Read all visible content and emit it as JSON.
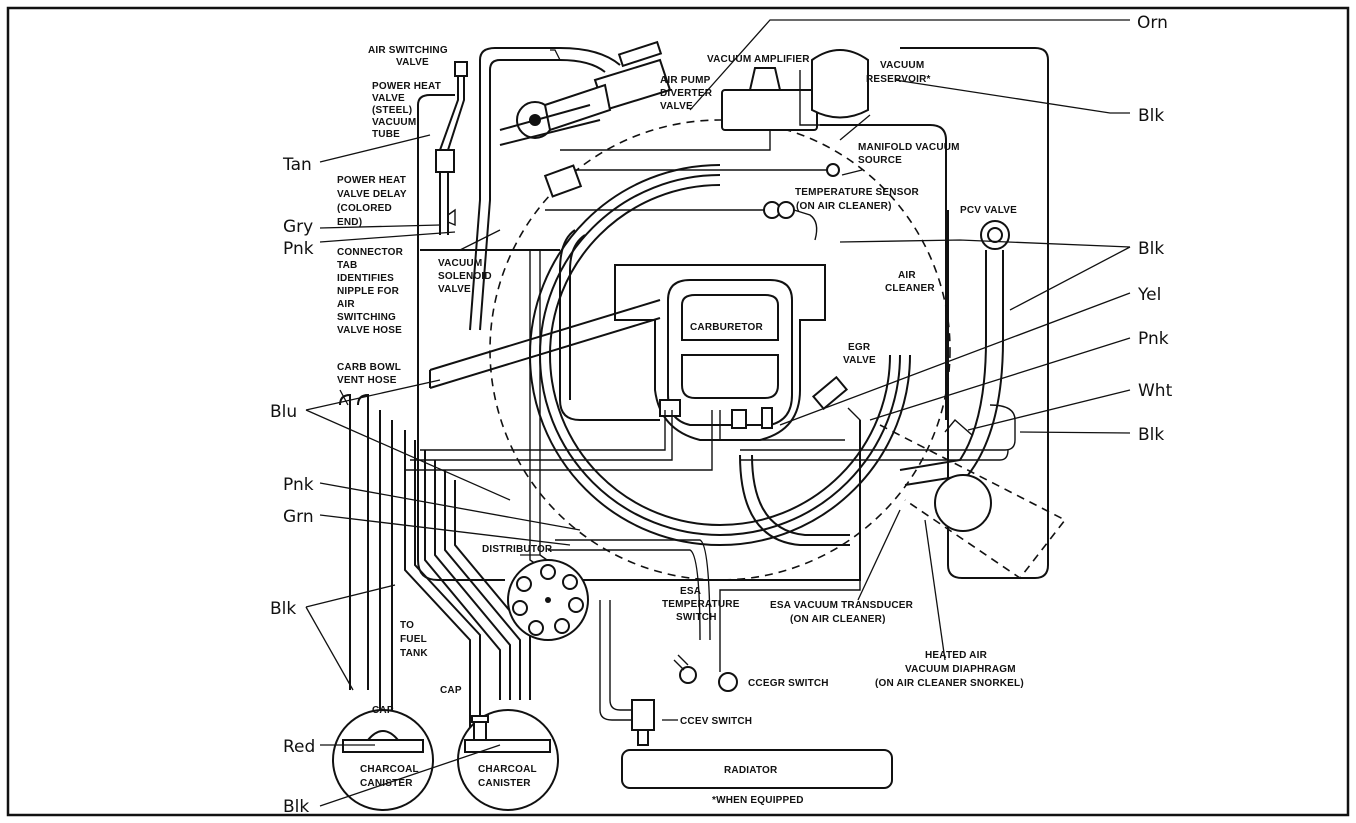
{
  "labels": {
    "air_switching_valve": [
      "AIR SWITCHING",
      "VALVE"
    ],
    "power_heat_valve": [
      "POWER HEAT",
      "VALVE",
      "(STEEL)",
      "VACUUM",
      "TUBE"
    ],
    "power_heat_delay": [
      "POWER HEAT",
      "VALVE DELAY",
      "(COLORED",
      "END)"
    ],
    "connector_tab": [
      "CONNECTOR",
      "TAB",
      "IDENTIFIES",
      "NIPPLE FOR",
      "AIR",
      "SWITCHING",
      "VALVE HOSE"
    ],
    "carb_bowl_vent": [
      "CARB BOWL",
      "VENT HOSE"
    ],
    "vacuum_solenoid": [
      "VACUUM",
      "SOLENOID",
      "VALVE"
    ],
    "air_pump_diverter": [
      "AIR PUMP",
      "DIVERTER",
      "VALVE"
    ],
    "vacuum_amplifier": [
      "VACUUM AMPLIFIER"
    ],
    "vacuum_reservoir": [
      "VACUUM",
      "RESERVOIR*"
    ],
    "manifold_vacuum": [
      "MANIFOLD VACUUM",
      "SOURCE"
    ],
    "temperature_sensor": [
      "TEMPERATURE SENSOR",
      "(ON AIR CLEANER)"
    ],
    "pcv_valve": [
      "PCV VALVE"
    ],
    "air_cleaner": [
      "AIR",
      "CLEANER"
    ],
    "carburetor": [
      "CARBURETOR"
    ],
    "egr_valve": [
      "EGR",
      "VALVE"
    ],
    "distributor": [
      "DISTRIBUTOR"
    ],
    "esa_temp_switch": [
      "ESA",
      "TEMPERATURE",
      "SWITCH"
    ],
    "esa_transducer": [
      "ESA VACUUM TRANSDUCER",
      "(ON AIR CLEANER)"
    ],
    "heated_air": [
      "HEATED AIR",
      "VACUUM DIAPHRAGM",
      "(ON AIR CLEANER SNORKEL)"
    ],
    "ccegr_switch": [
      "CCEGR SWITCH"
    ],
    "ccev_switch": [
      "CCEV SWITCH"
    ],
    "radiator": [
      "RADIATOR"
    ],
    "when_equipped": [
      "*WHEN EQUIPPED"
    ],
    "to_fuel_tank": [
      "TO",
      "FUEL",
      "TANK"
    ],
    "cap_left": [
      "CAP"
    ],
    "cap_right": [
      "CAP"
    ],
    "charcoal_left": [
      "CHARCOAL",
      "CANISTER"
    ],
    "charcoal_right": [
      "CHARCOAL",
      "CANISTER"
    ]
  },
  "colors": {
    "orn": "Orn",
    "blk_top": "Blk",
    "tan": "Tan",
    "gry": "Gry",
    "pnk_left": "Pnk",
    "blk_right": "Blk",
    "yel": "Yel",
    "pnk_right": "Pnk",
    "wht": "Wht",
    "blk_mid": "Blk",
    "blu": "Blu",
    "pnk_low": "Pnk",
    "grn": "Grn",
    "blk_left": "Blk",
    "red": "Red",
    "blk_bottom": "Blk"
  }
}
